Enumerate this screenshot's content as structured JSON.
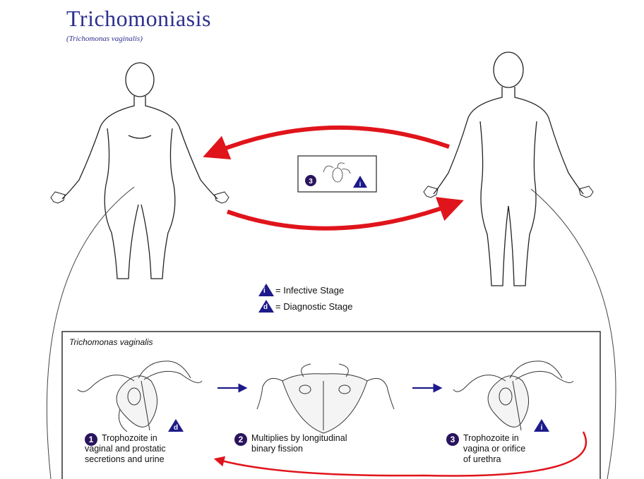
{
  "title": "Trichomoniasis",
  "subtitle": "(Trichomonas vaginalis)",
  "center_box": {
    "step_number": "3",
    "stage_letter": "i"
  },
  "legend": {
    "infective": {
      "letter": "i",
      "label": "= Infective Stage"
    },
    "diagnostic": {
      "letter": "d",
      "label": "= Diagnostic Stage"
    }
  },
  "lifecycle_box": {
    "title": "Trichomonas vaginalis",
    "steps": [
      {
        "number": "1",
        "lines": [
          "Trophozoite in",
          "vaginal and prostatic",
          "secretions and urine"
        ],
        "stage_letter": "d"
      },
      {
        "number": "2",
        "lines": [
          "Multiplies by longitudinal",
          "binary fission"
        ]
      },
      {
        "number": "3",
        "lines": [
          "Trophozoite in",
          "vagina or orifice",
          "of urethra"
        ],
        "stage_letter": "i"
      }
    ]
  },
  "colors": {
    "title": "#2e2f8f",
    "arrow_red": "#e0141b",
    "arrow_blue": "#1d1a8a",
    "marker": "#2b145e"
  }
}
